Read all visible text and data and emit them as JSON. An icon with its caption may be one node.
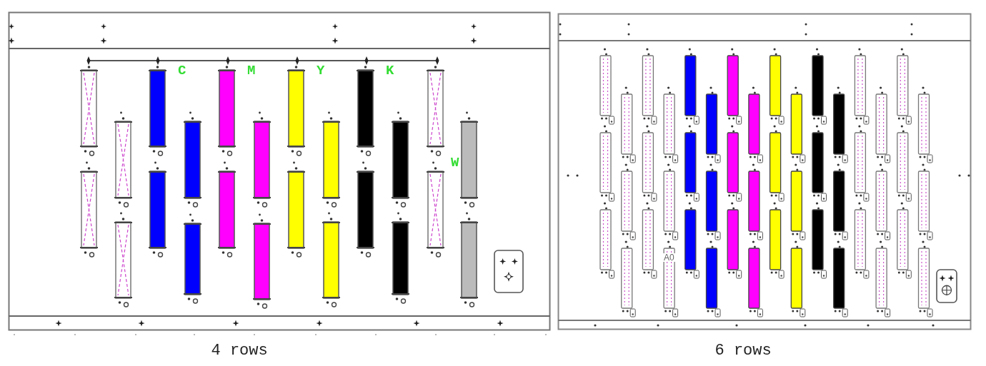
{
  "diagram": {
    "labels": [
      "C",
      "M",
      "Y",
      "K",
      "W",
      "4 rows",
      "A0",
      "6 rows"
    ]
  }
}
